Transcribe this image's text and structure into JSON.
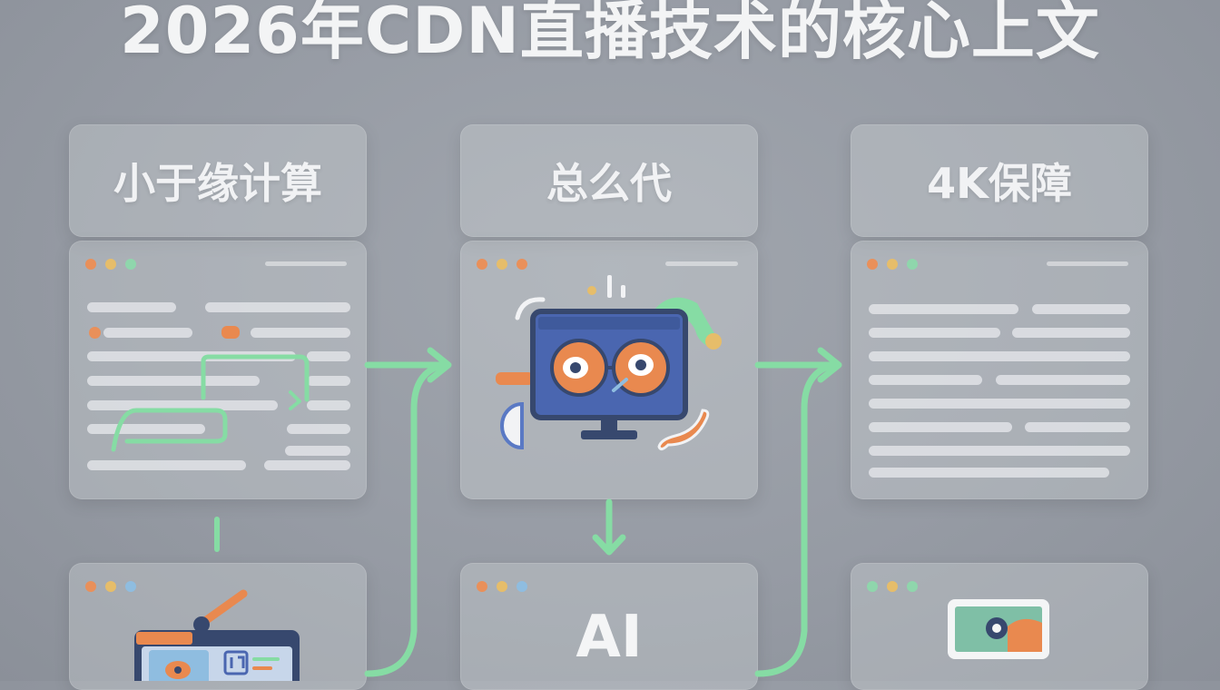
{
  "title": "2026年CDN直播技术的核心上文",
  "columns": [
    {
      "label": "小于缘计算"
    },
    {
      "label": "总么代"
    },
    {
      "label": "4K保障"
    }
  ],
  "bottom_panels": {
    "middle_text": "AI"
  },
  "colors": {
    "arrow": "#86dca4",
    "dot_orange": "#e9905a",
    "dot_yellow": "#e6bd6a",
    "dot_green": "#8fd6ac",
    "dot_blue": "#8fbde0",
    "monitor_blue": "#4a66b0",
    "accent_orange": "#e9894f"
  },
  "icons": [
    "monitor-icon",
    "code-icon",
    "image-icon",
    "edit-icon",
    "browser-window-icon"
  ]
}
